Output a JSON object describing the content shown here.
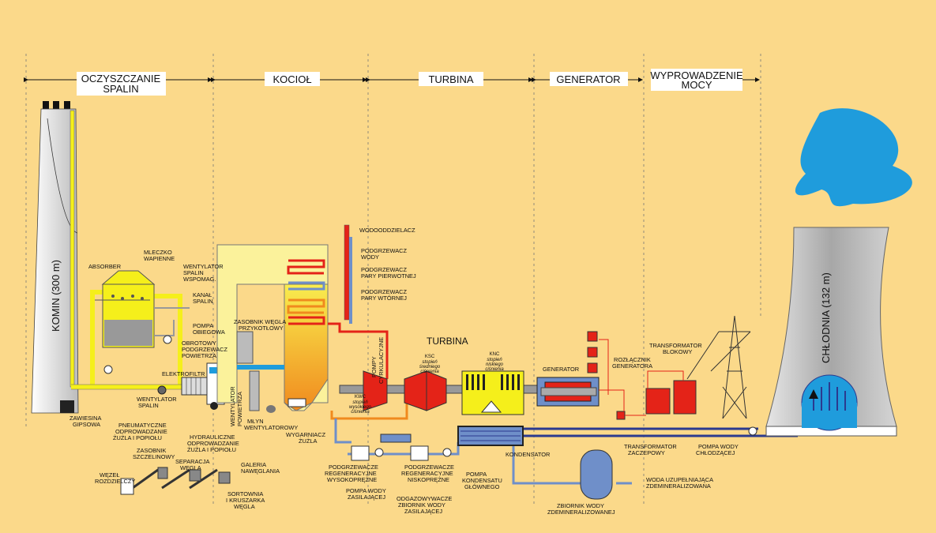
{
  "sections": [
    {
      "id": "oczyszczanie",
      "lines": [
        "OCZYSZCZANIE",
        "SPALIN"
      ]
    },
    {
      "id": "kociol",
      "lines": [
        "KOCIOŁ"
      ]
    },
    {
      "id": "turbina",
      "lines": [
        "TURBINA"
      ]
    },
    {
      "id": "generator",
      "lines": [
        "GENERATOR"
      ]
    },
    {
      "id": "wyprowadzenie",
      "lines": [
        "WYPROWADZENIE",
        "MOCY"
      ]
    }
  ],
  "labels": {
    "komin": "KOMIN (300 m)",
    "chlodnia": "CHŁODNIA (132 m)",
    "absorber": "ABSORBER",
    "mleczko": [
      "MLECZKO",
      "WAPIENNE"
    ],
    "wentylator_wspomag": [
      "WENTYLATOR",
      "SPALIN",
      "WSPOMAG."
    ],
    "kanal_spalin": [
      "KANAŁ",
      "SPALIN"
    ],
    "pompa_obiegowa": [
      "POMPA",
      "OBIEGOWA"
    ],
    "obrotowy": [
      "OBROTOWY",
      "PODGRZEWACZ",
      "POWIETRZA"
    ],
    "elektrofiltr": "ELEKTROFILTR",
    "wentylator_spalin": [
      "WENTYLATOR",
      "SPALIN"
    ],
    "zawiesina": [
      "ZAWIESINA",
      "GIPSOWA"
    ],
    "pneumatyczne": [
      "PNEUMATYCZNE",
      "ODPROWADZANIE",
      "ŻUŻLA I POPIOŁU"
    ],
    "hydrauliczne": [
      "HYDRAULICZNE",
      "ODPROWADZANIE",
      "ŻUŻLA I POPIOŁU"
    ],
    "zasobnik_szczelinowy": [
      "ZASOBNIK",
      "SZCZELINOWY"
    ],
    "separacja": [
      "SEPARACJA",
      "WĘGLA"
    ],
    "wezel": [
      "WĘZEŁ",
      "ROZDZIELCZY"
    ],
    "galeria": [
      "GALERIA",
      "NAWĘGLANIA"
    ],
    "sortownia": [
      "SORTOWNIA",
      "I KRUSZARKA",
      "WĘGLA"
    ],
    "zasobnik_wegla": [
      "ZASOBNIK WĘGLA",
      "PRZYKOTŁOWY"
    ],
    "wentylator_powietrza": [
      "WENTYLATOR",
      "POWIETRZA"
    ],
    "mlyn": [
      "MŁYN",
      "WENTYLATOROWY"
    ],
    "wygarniacz": [
      "WYGARNIACZ",
      "ŻUŻLA"
    ],
    "wodooddzielacz": "WODOODDZIELACZ",
    "podgrzewacz_wody": [
      "PODGRZEWACZ",
      "WODY"
    ],
    "podgrzewacz_pierwotnej": [
      "PODGRZEWACZ",
      "PARY PIERWOTNEJ"
    ],
    "podgrzewacz_wtornej": [
      "PODGRZEWACZ",
      "PARY WTÓRNEJ"
    ],
    "pompy_cyrkulacyjne": [
      "POMPY",
      "CYRKULACYJNE"
    ],
    "turbina": "TURBINA",
    "kwc": [
      "KWC",
      "stopień",
      "wysokiego",
      "ciśnienia"
    ],
    "ksc": [
      "KSC",
      "stopień",
      "średniego",
      "ciśnienia"
    ],
    "knc": [
      "KNC",
      "stopień",
      "niskiego",
      "ciśnienia"
    ],
    "generator": "GENERATOR",
    "rozlacznik": [
      "ROZŁĄCZNIK",
      "GENERATORA"
    ],
    "transformator_blokowy": [
      "TRANSFORMATOR",
      "BLOKOWY"
    ],
    "transformator_zaczepowy": [
      "TRANSFORMATOR",
      "ZACZEPOWY"
    ],
    "kondensator": "KONDENSATOR",
    "podgrzewacze_wysoko": [
      "PODGRZEWACZE",
      "REGENERACYJNE",
      "WYSOKOPRĘŻNE"
    ],
    "pompa_zasilajaca": [
      "POMPA WODY",
      "ZASILAJĄCEJ"
    ],
    "odgazowywacze": [
      "ODGAZOWYWACZE",
      "ZBIORNIK WODY",
      "ZASILAJĄCEJ"
    ],
    "podgrzewacze_nisko": [
      "PODGRZEWACZE",
      "REGENERACYJNE",
      "NISKOPRĘŻNE"
    ],
    "pompa_kondensatu": [
      "POMPA",
      "KONDENSATU",
      "GŁÓWNEGO"
    ],
    "zbiornik": [
      "ZBIORNIK WODY",
      "ZDEMINERALIZOWANEJ"
    ],
    "woda_uzupelniajaca": [
      "WODA UZUPEŁNIAJĄCA",
      "ZDEMINERALIZOWANA"
    ],
    "pompa_chlodzacej": [
      "POMPA WODY",
      "CHŁODZĄCEJ"
    ]
  },
  "colors": {
    "background": "#fbd98a",
    "chimney": "#e8e3e4",
    "flue_gas": "#f5ef1b",
    "water": "#6f8fc9",
    "steam": "#e42318",
    "steam_secondary": "#f08a1e",
    "cooling_water": "#2b3a8f",
    "plume": "#1f9cdc",
    "tower": "#bfbfbf"
  }
}
